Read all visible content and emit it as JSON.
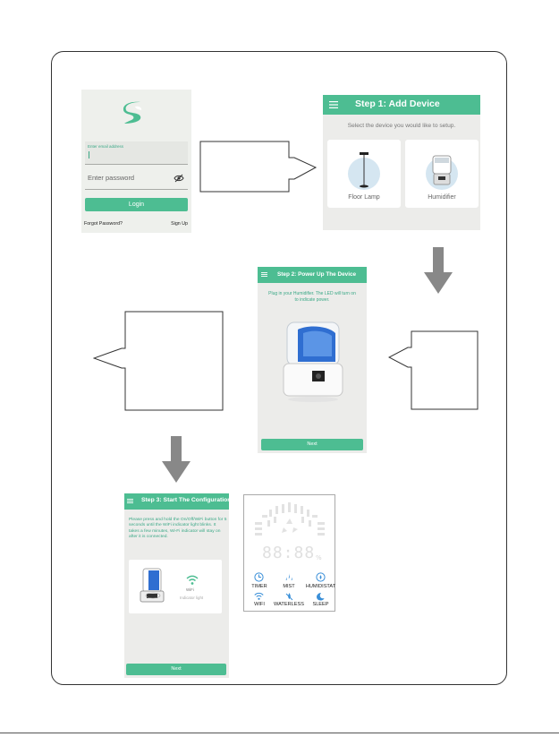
{
  "login": {
    "email_label": "Enter email address",
    "password_placeholder": "Enter password",
    "login_button": "Login",
    "forgot_password": "Forgot Password?",
    "sign_up": "Sign Up"
  },
  "add_device": {
    "title": "Step 1: Add Device",
    "subtitle": "Select the device you would like to setup.",
    "devices": [
      "Floor Lamp",
      "Humidifier"
    ]
  },
  "power_up": {
    "title": "Step 2: Power Up The Device",
    "message": "Plug in your Humidifier. The LED will turn on to indicate power.",
    "next_button": "Next"
  },
  "configuration": {
    "title": "Step 3: Start The Configuration",
    "message": "Please press and hold the On/Off/WiFi button for 5 seconds until the WiFi indicator light blinks. It takes a few minutes, Wi-Fi indicator will stay on after it is connected.",
    "wifi_label": "WiFi",
    "indicator_label": "Indicator light",
    "next_button": "Next"
  },
  "panel": {
    "digits": "88:88",
    "unit": "%",
    "row1": [
      "TIMER",
      "MIST",
      "HUMIDISTAT"
    ],
    "row2": [
      "WIFI",
      "WATERLESS",
      "SLEEP"
    ]
  },
  "colors": {
    "accent": "#4dbd92",
    "accent_dark": "#3aa886",
    "screen_bg": "#ececea",
    "icon_blue": "#3a8fd8"
  },
  "icons": [
    "brand-logo-icon",
    "eye-off-icon",
    "menu-icon",
    "floor-lamp-icon",
    "humidifier-icon",
    "wifi-icon",
    "timer-icon",
    "mist-icon",
    "humidistat-icon",
    "waterless-icon",
    "sleep-icon",
    "hollow-arrow-right",
    "hollow-arrow-left",
    "down-arrow"
  ]
}
